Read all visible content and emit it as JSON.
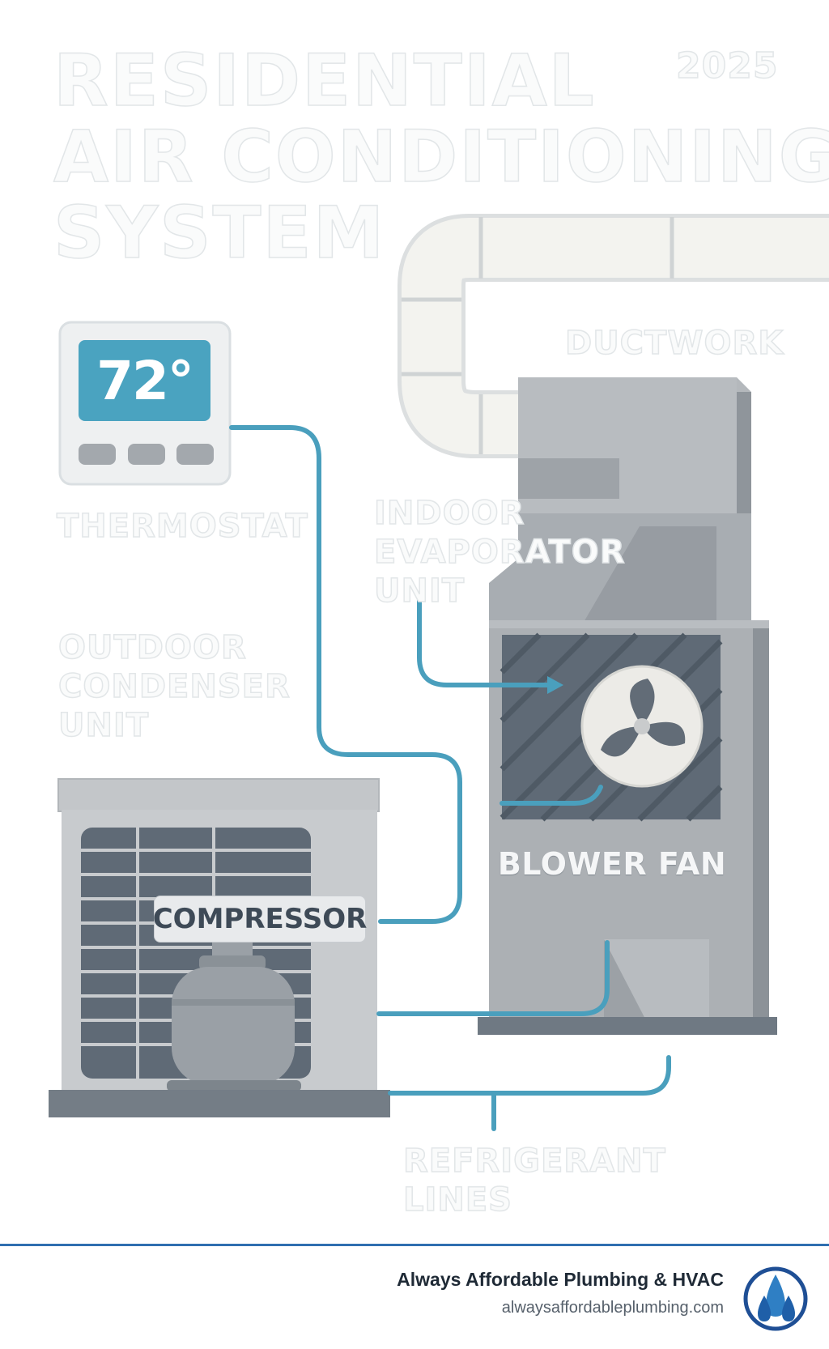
{
  "title_lines": [
    "RESIDENTIAL",
    "AIR CONDITIONING",
    "SYSTEM"
  ],
  "year": "2025",
  "labels": {
    "ductwork": "DUCTWORK",
    "thermostat": "THERMOSTAT",
    "indoor_evaporator": [
      "INDOOR",
      "EVAPORATOR",
      "UNIT"
    ],
    "outdoor_condenser": [
      "OUTDOOR",
      "CONDENSER",
      "UNIT"
    ],
    "compressor": "COMPRESSOR",
    "blower_fan": "BLOWER FAN",
    "refrigerant_lines": [
      "REFRIGERANT",
      "LINES"
    ]
  },
  "thermostat_reading": "72°",
  "footer": {
    "company": "Always Affordable Plumbing & HVAC",
    "url": "alwaysaffordableplumbing.com"
  },
  "colors": {
    "accent_blue": "#4a9fbd",
    "unit_gray": "#a9adb1",
    "dark_gray": "#5d6873",
    "footer_blue": "#2f6fb0"
  }
}
